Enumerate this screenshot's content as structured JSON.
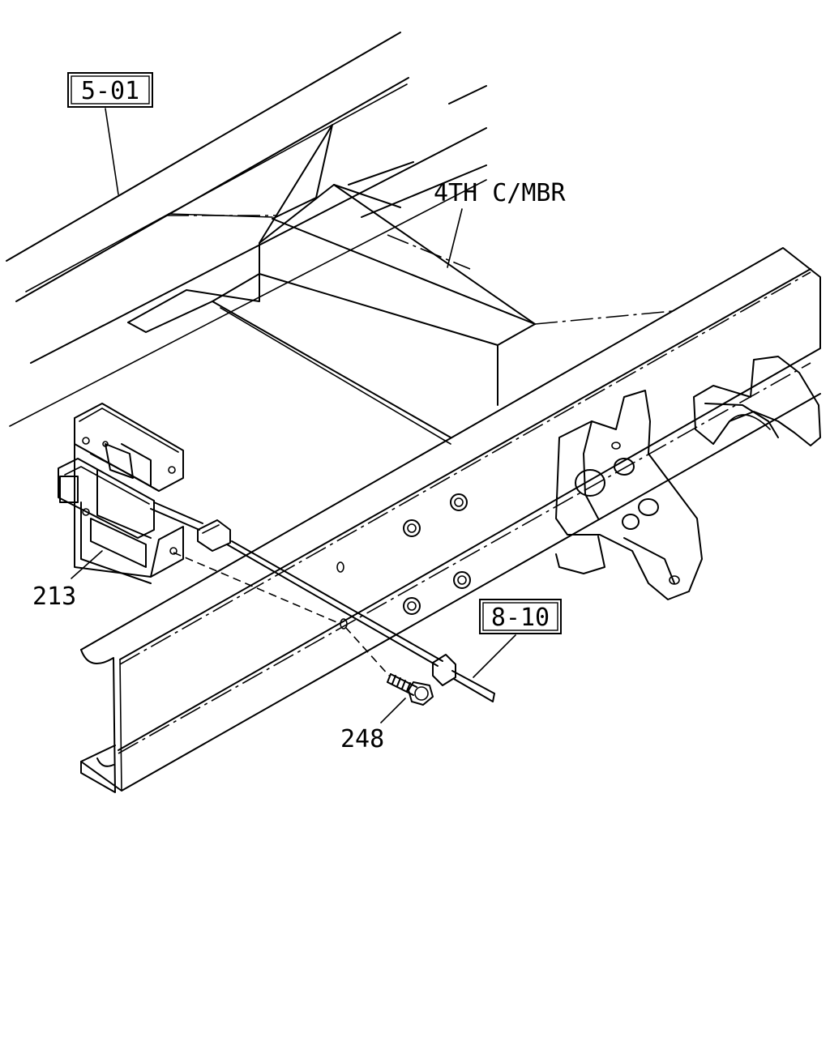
{
  "labels": {
    "ref_top": "5-01",
    "crossmember": "4TH C/MBR",
    "ref_right": "8-10",
    "part_box": "213",
    "part_bolt": "248"
  }
}
